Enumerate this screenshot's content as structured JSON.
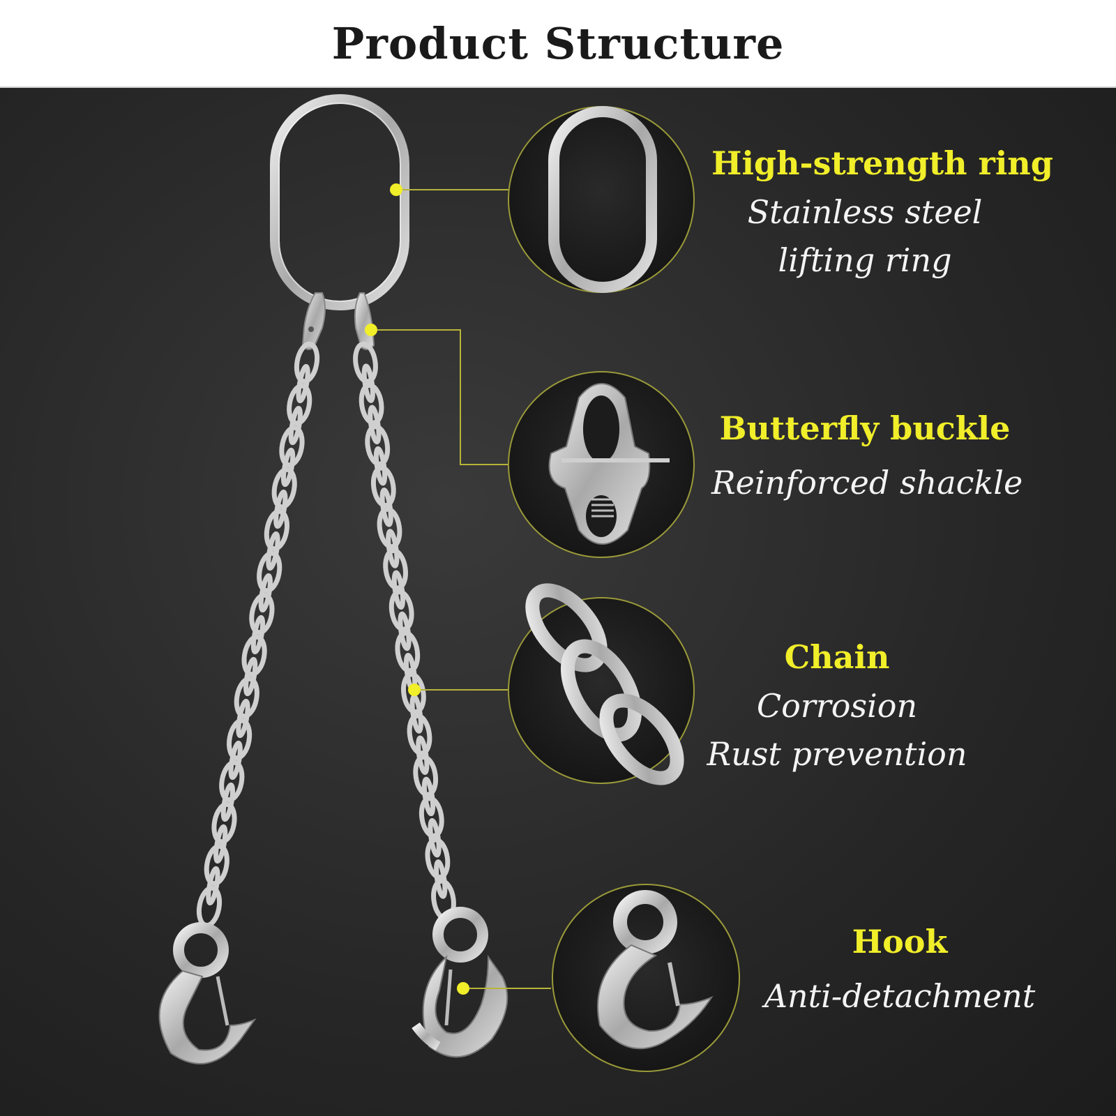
{
  "header": {
    "title": "Product Structure"
  },
  "colors": {
    "accent": "#f1ee2a",
    "background": "#262626",
    "metal": "#cfcfcf"
  },
  "callouts": [
    {
      "title": "High-strength ring",
      "lines": [
        "Stainless steel",
        "lifting ring"
      ],
      "icon": "ring-icon"
    },
    {
      "title": "Butterfly buckle",
      "lines": [
        "Reinforced shackle"
      ],
      "icon": "buckle-icon"
    },
    {
      "title": "Chain",
      "lines": [
        "Corrosion",
        "Rust prevention"
      ],
      "icon": "chain-icon"
    },
    {
      "title": "Hook",
      "lines": [
        "Anti-detachment"
      ],
      "icon": "hook-icon"
    }
  ]
}
